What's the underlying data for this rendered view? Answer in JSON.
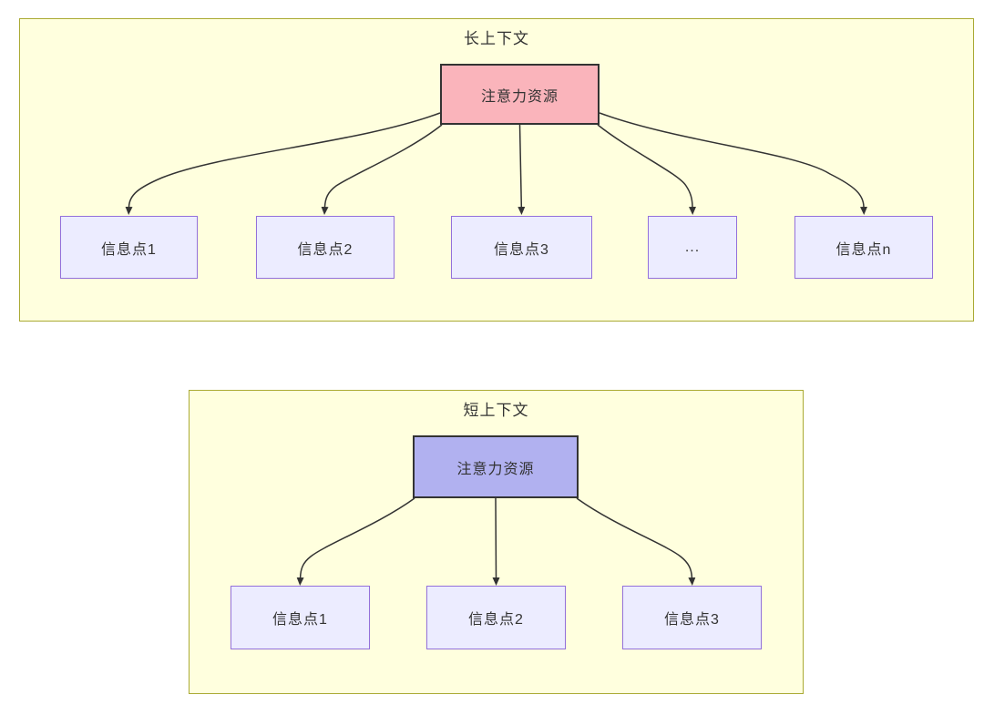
{
  "diagram": {
    "top_cluster": {
      "title": "长上下文",
      "attention_label": "注意力资源",
      "nodes": [
        "信息点1",
        "信息点2",
        "信息点3",
        "...",
        "信息点n"
      ]
    },
    "bottom_cluster": {
      "title": "短上下文",
      "attention_label": "注意力资源",
      "nodes": [
        "信息点1",
        "信息点2",
        "信息点3"
      ]
    },
    "colors": {
      "cluster_fill": "#ffffde",
      "cluster_border": "#aaaa33",
      "info_node_fill": "#ececff",
      "info_node_border": "#9370db",
      "attention_long_fill": "#fab4bb",
      "attention_short_fill": "#b1b1f0",
      "attention_border": "#333333",
      "edge_color": "#333333",
      "text_color": "#333333"
    }
  }
}
